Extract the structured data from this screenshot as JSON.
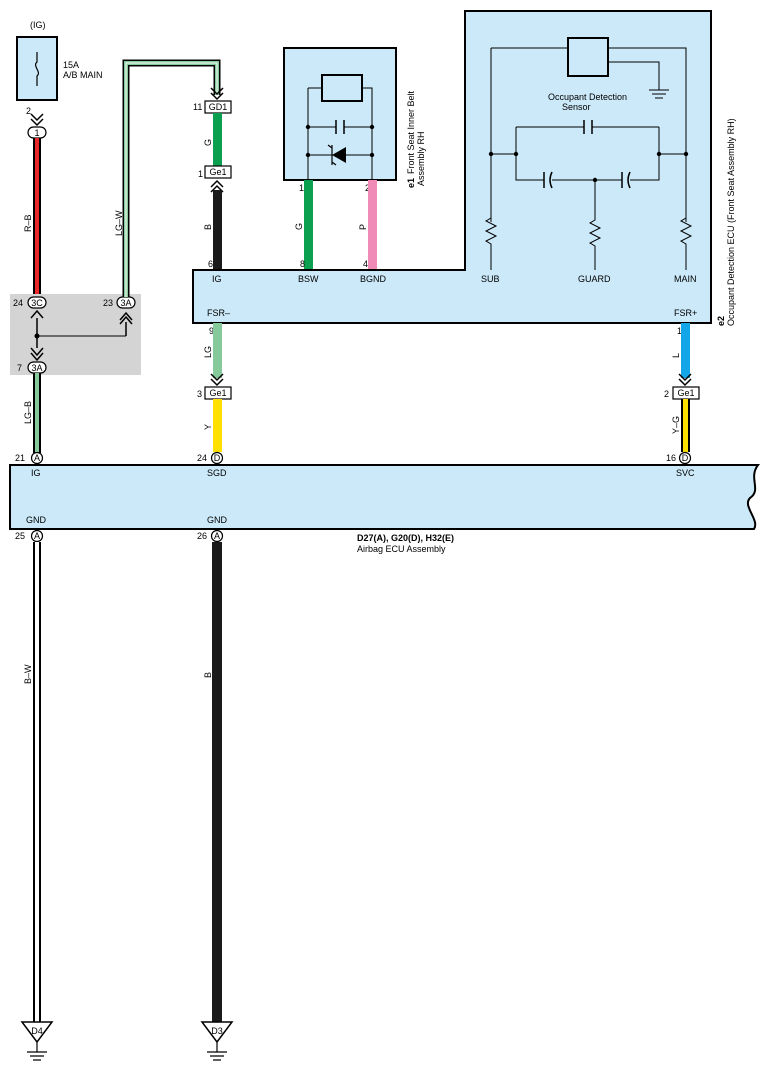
{
  "fuse": {
    "system": "(IG)",
    "rating": "15A",
    "name": "A/B MAIN",
    "pin_out": "2",
    "conn": "1"
  },
  "junction": {
    "pin_24": "24",
    "conn_24": "3C",
    "pin_23": "23",
    "conn_23": "3A",
    "pin_7": "7",
    "conn_7": "3A"
  },
  "wires": {
    "rb": "R–B",
    "lgw": "LG–W",
    "lgb": "LG–B",
    "bw": "B–W",
    "g_gd1": "G",
    "b_ige": "B",
    "g_bsw": "G",
    "p_bgnd": "P",
    "lg_fsr": "LG",
    "y_sgd": "Y",
    "l_fsr": "L",
    "yg_svc": "Y–G",
    "b_gnd": "B"
  },
  "connectors": {
    "gd1_pin": "11",
    "gd1_name": "GD1",
    "ge1a_pin": "1",
    "ge1a_name": "Ge1",
    "ge1b_pin": "3",
    "ge1b_name": "Ge1",
    "ge1c_pin": "2",
    "ge1c_name": "Ge1"
  },
  "belt": {
    "code": "e1",
    "name_line1": "Front Seat Inner Belt",
    "name_line2": "Assembly RH",
    "pin1": "1",
    "pin2": "2"
  },
  "ecu": {
    "code": "e2",
    "name": "Occupant Detection ECU (Front Seat Assembly RH)",
    "sensor_line1": "Occupant Detection",
    "sensor_line2": "Sensor",
    "pin_ig": "6",
    "term_ig": "IG",
    "pin_bsw": "8",
    "term_bsw": "BSW",
    "pin_bgnd": "4",
    "term_bgnd": "BGND",
    "term_sub": "SUB",
    "term_guard": "GUARD",
    "term_main": "MAIN",
    "term_fsr_minus": "FSR–",
    "pin_fsr_minus": "9",
    "term_fsr_plus": "FSR+",
    "pin_fsr_plus": "1"
  },
  "airbag": {
    "title": "D27(A), G20(D), H32(E)",
    "name": "Airbag ECU Assembly",
    "pin_ig": "21",
    "conn_ig": "A",
    "term_ig": "IG",
    "pin_sgd": "24",
    "conn_sgd": "D",
    "term_sgd": "SGD",
    "pin_svc": "16",
    "conn_svc": "D",
    "term_svc": "SVC",
    "pin_gnd1": "25",
    "conn_gnd1": "A",
    "term_gnd1": "GND",
    "pin_gnd2": "26",
    "conn_gnd2": "A",
    "term_gnd2": "GND"
  },
  "grounds": {
    "d4": "D4",
    "d3": "D3"
  },
  "colors": {
    "box_fill": "#cce9f9",
    "junction_fill": "#d4d4d4",
    "red": "#e8282a",
    "light_green": "#86c99a",
    "green": "#0aa050",
    "pink": "#f08bb8",
    "yellow": "#ffe000",
    "blue": "#12a5e8",
    "black": "#1a1a1a"
  }
}
